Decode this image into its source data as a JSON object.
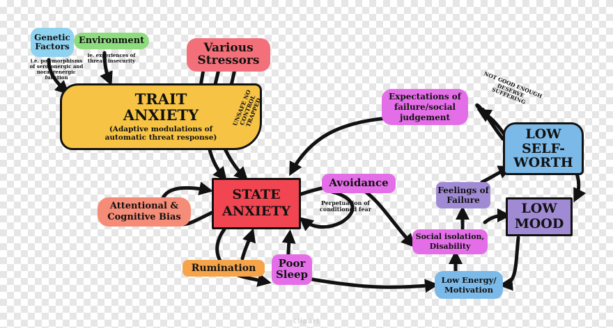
{
  "nodes": {
    "genetic_factors": "Genetic Factors",
    "environment": "Environment",
    "various_stressors": "Various Stressors",
    "trait_anxiety_title": "TRAIT ANXIETY",
    "trait_anxiety_sub": "(Adaptive modulations of automatic threat response)",
    "state_anxiety": "STATE ANXIETY",
    "attentional_bias": "Attentional & Cognitive Bias",
    "rumination": "Rumination",
    "poor_sleep": "Poor Sleep",
    "avoidance": "Avoidance",
    "expectations": "Expectations of failure/social judgement",
    "low_self_worth": "LOW SELF-WORTH",
    "feelings_of_failure": "Feelings of Failure",
    "low_mood": "LOW MOOD",
    "social_isolation": "Social isolation, Disability",
    "low_energy": "Low Energy/ Motivation"
  },
  "notes": {
    "genetic_note": "i.e. polymorphisms of serotonergic and noradrenergic function",
    "environment_note": "ie. experiences of threat, insecurity",
    "state_labels": "UNSAFE NO CONTROL TRAPPED",
    "self_talk": "NOT GOOD ENOUGH DESERVE SUFFERING",
    "perpetuation": "Perpetuation of conditioned fear"
  },
  "watermark": "clipart",
  "colors": {
    "blue": "#8fd3f0",
    "green": "#8ddc7e",
    "red": "#f36f79",
    "yellow": "#f6c344",
    "state": "#f14652",
    "salmon": "#f58c77",
    "orange": "#f5a44a",
    "magenta": "#e46ee8",
    "lightblue": "#7bb9e8",
    "purple": "#a08ad4",
    "lavender": "#b8a2e6",
    "ink": "#111111"
  }
}
